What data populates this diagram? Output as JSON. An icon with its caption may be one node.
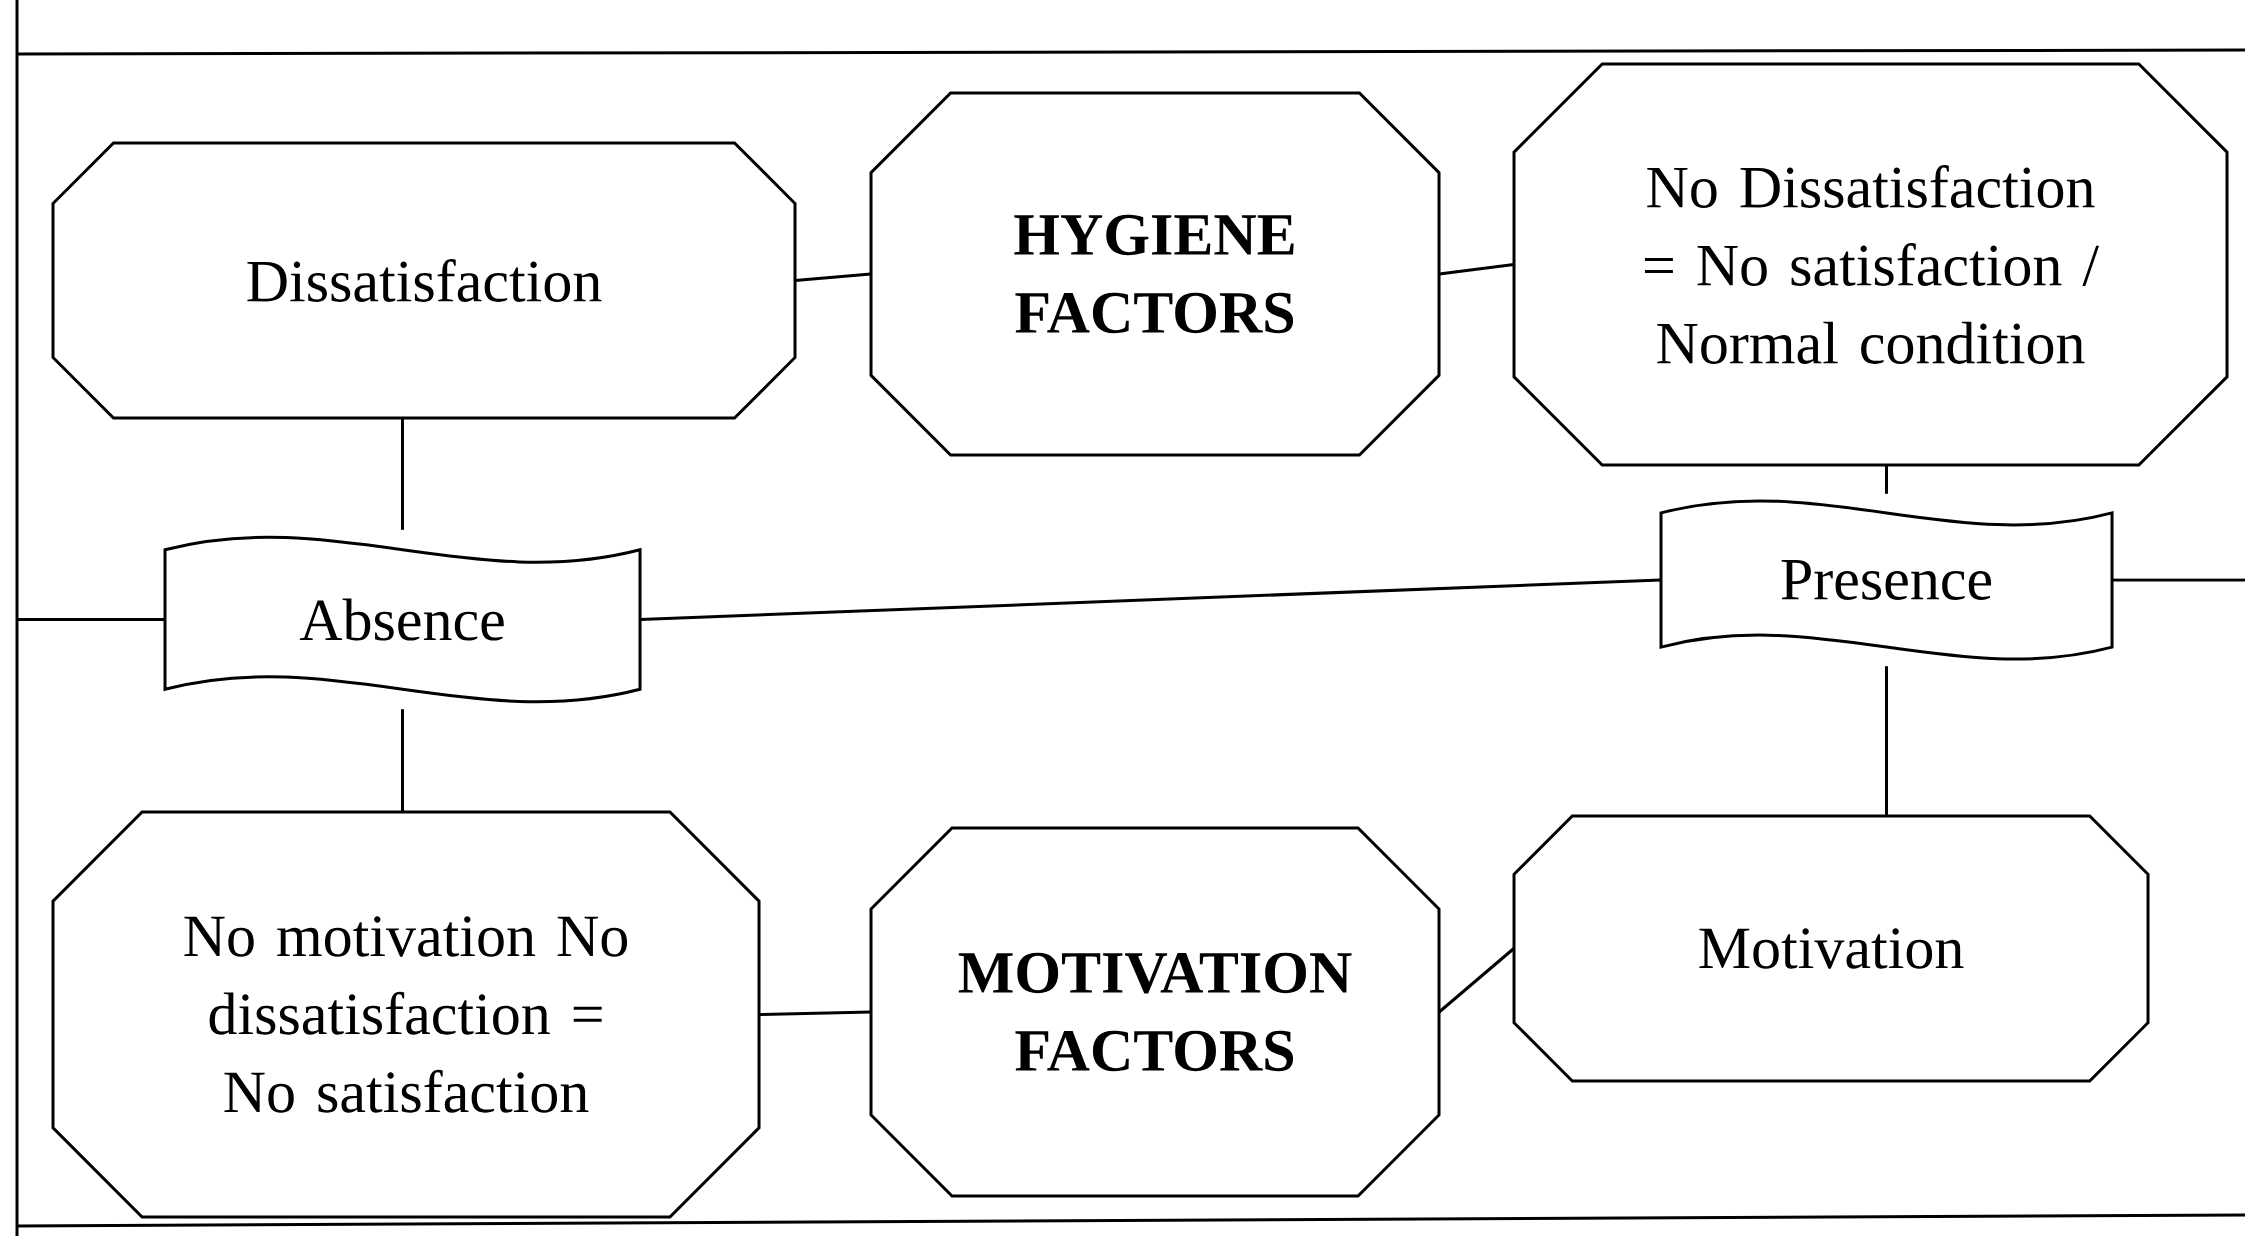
{
  "diagram": {
    "nodes": [
      {
        "text": [
          "Dissatisfaction"
        ]
      },
      {
        "text": [
          "HYGIENE FACTORS"
        ]
      },
      {
        "text": [
          "No Dissatisfaction = No satisfaction / Normal condition"
        ]
      },
      {
        "text": [
          "Absence"
        ]
      },
      {
        "text": [
          "Presence"
        ]
      },
      {
        "text": [
          "No motivation No dissatisfaction = No satisfaction"
        ]
      },
      {
        "text": [
          "MOTIVATION FACTORS"
        ]
      },
      {
        "text": [
          "Motivation"
        ]
      }
    ],
    "edges": [
      {
        "from": 0,
        "to": 1,
        "arrow": "none"
      },
      {
        "from": 1,
        "to": 2,
        "arrow": "none"
      },
      {
        "from": 0,
        "to": 3,
        "arrow": "none"
      },
      {
        "from": 2,
        "to": 4,
        "arrow": "none"
      },
      {
        "from": null,
        "to": 3,
        "arrow": "none"
      },
      {
        "from": 3,
        "to": 4,
        "arrow": "none"
      },
      {
        "from": 4,
        "to": null,
        "arrow": "none"
      },
      {
        "from": 3,
        "to": 5,
        "arrow": "none"
      },
      {
        "from": 4,
        "to": 7,
        "arrow": "none"
      },
      {
        "from": 5,
        "to": 6,
        "arrow": "none"
      },
      {
        "from": 6,
        "to": 7,
        "arrow": "none"
      }
    ]
  }
}
